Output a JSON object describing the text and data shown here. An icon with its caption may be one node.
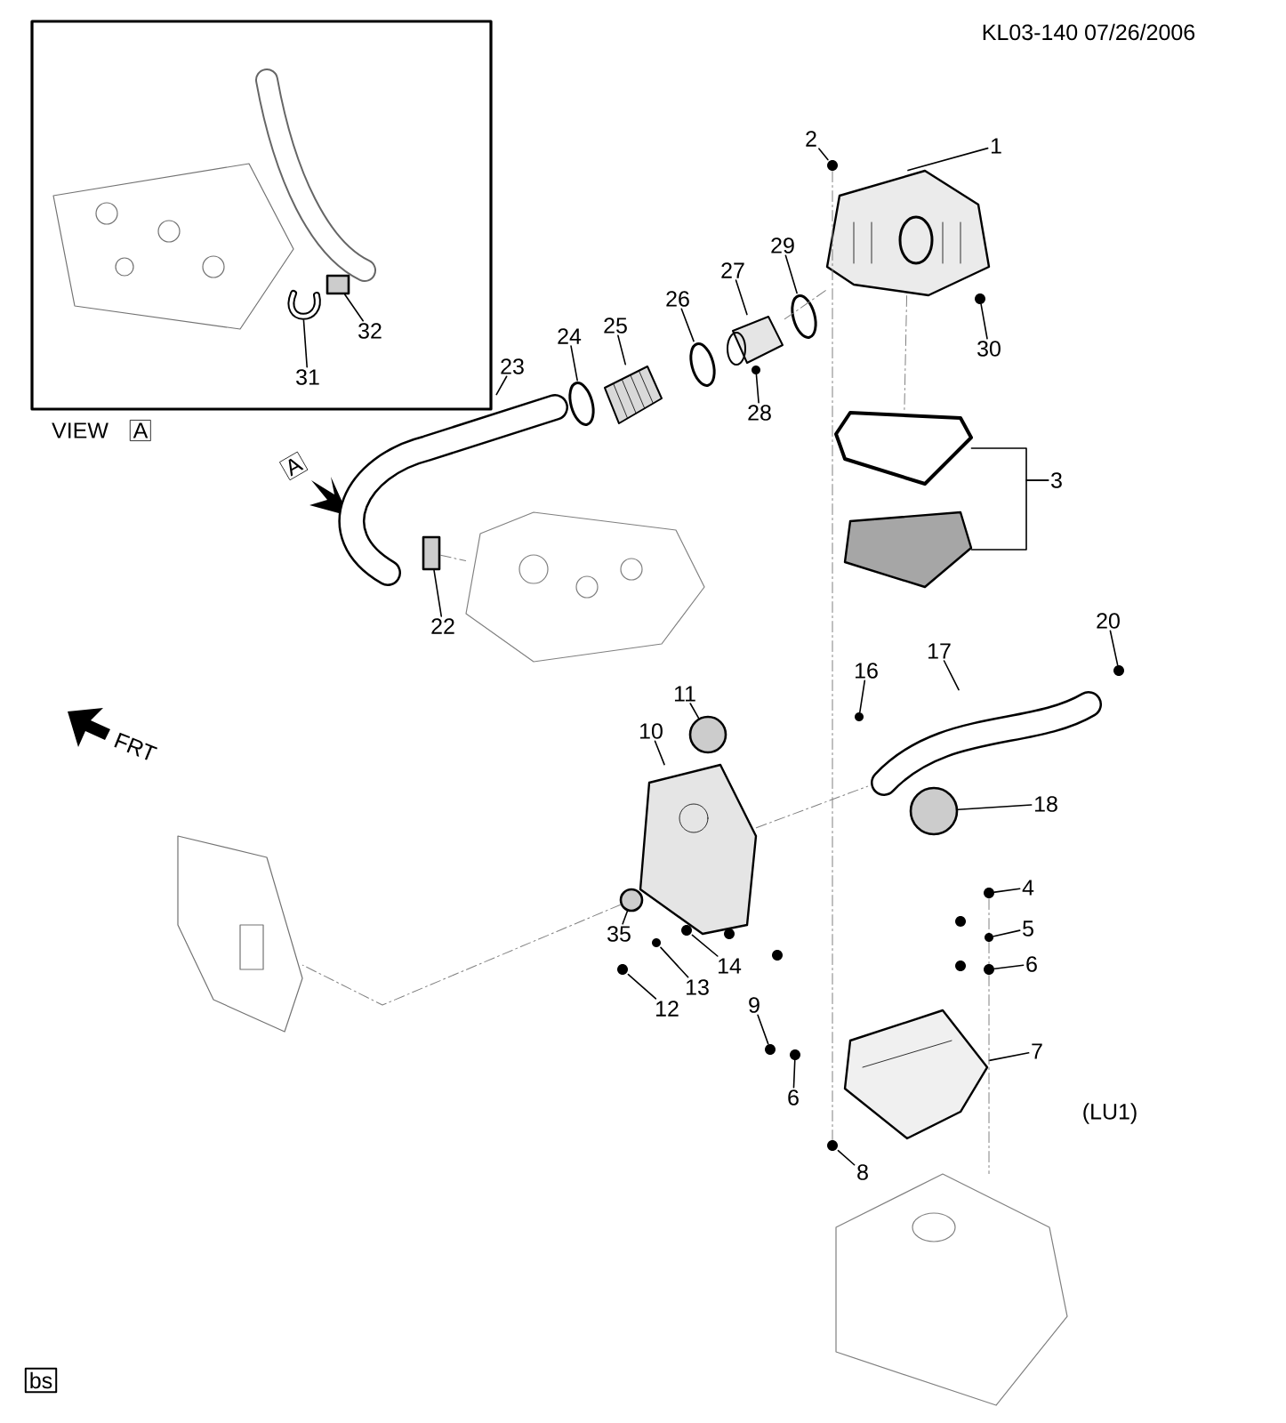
{
  "diagram": {
    "nodes": [
      {
        "text": [],
        "shape": "box"
      },
      {
        "text": [
          "32"
        ],
        "in": 0
      },
      {
        "text": [
          "31"
        ],
        "in": 0
      },
      {
        "text": [
          "2"
        ]
      },
      {
        "text": [
          "1"
        ]
      },
      {
        "text": [
          "29"
        ]
      },
      {
        "text": [
          "27"
        ]
      },
      {
        "text": [
          "26"
        ]
      },
      {
        "text": [
          "30"
        ]
      },
      {
        "text": [
          "25"
        ]
      },
      {
        "text": [
          "24"
        ]
      },
      {
        "text": [
          "23"
        ]
      },
      {
        "text": [
          "28"
        ]
      },
      {
        "text": [
          "3"
        ]
      },
      {
        "text": [
          "22"
        ]
      },
      {
        "text": [
          "20"
        ]
      },
      {
        "text": [
          "16"
        ]
      },
      {
        "text": [
          "17"
        ]
      },
      {
        "text": [
          "11"
        ]
      },
      {
        "text": [
          "10"
        ]
      },
      {
        "text": [
          "18"
        ]
      },
      {
        "text": [
          "35"
        ]
      },
      {
        "text": [
          "4"
        ]
      },
      {
        "text": [
          "14"
        ]
      },
      {
        "text": [
          "5"
        ]
      },
      {
        "text": [
          "13"
        ]
      },
      {
        "text": [
          "6"
        ]
      },
      {
        "text": [
          "12"
        ]
      },
      {
        "text": [
          "9"
        ]
      },
      {
        "text": [
          "7"
        ]
      },
      {
        "text": [
          "6"
        ]
      },
      {
        "text": [
          "8"
        ]
      },
      {
        "text": [],
        "shape": "picture",
        "in": 0
      },
      {
        "text": [],
        "shape": "picture",
        "in": 0
      },
      {
        "text": [],
        "shape": "picture",
        "in": 0
      },
      {
        "text": [],
        "shape": "box",
        "in": 0
      },
      {
        "text": [],
        "shape": "picture"
      },
      {
        "text": [],
        "shape": "picture"
      },
      {
        "text": [],
        "shape": "picture"
      },
      {
        "text": [],
        "shape": "picture"
      },
      {
        "text": [],
        "shape": "picture"
      },
      {
        "text": [],
        "shape": "picture"
      },
      {
        "text": [],
        "shape": "picture"
      },
      {
        "text": [],
        "shape": "picture"
      },
      {
        "text": [],
        "shape": "picture"
      },
      {
        "text": [],
        "shape": "picture"
      },
      {
        "text": [],
        "shape": "picture"
      },
      {
        "text": [],
        "shape": "picture"
      },
      {
        "text": [],
        "shape": "box",
        "in": 44
      },
      {
        "text": [],
        "shape": "picture"
      },
      {
        "text": [],
        "shape": "picture"
      },
      {
        "text": [],
        "shape": "picture"
      },
      {
        "text": [],
        "shape": "picture"
      },
      {
        "text": [],
        "shape": "circle"
      },
      {
        "text": [],
        "shape": "picture"
      },
      {
        "text": [],
        "shape": "circle"
      },
      {
        "text": [],
        "shape": "circle"
      },
      {
        "text": [],
        "shape": "picture"
      },
      {
        "text": [],
        "shape": "picture"
      },
      {
        "text": [],
        "shape": "picture"
      },
      {
        "text": [],
        "shape": "picture"
      },
      {
        "text": [],
        "shape": "picture"
      },
      {
        "text": [],
        "shape": "picture"
      },
      {
        "text": [],
        "shape": "picture"
      },
      {
        "text": [],
        "shape": "picture"
      },
      {
        "text": [],
        "shape": "picture"
      },
      {
        "text": [],
        "shape": "picture"
      },
      {
        "text": [],
        "shape": "picture"
      },
      {
        "text": [],
        "shape": "picture"
      }
    ],
    "edges": [
      {
        "from": 1,
        "to": 35,
        "arrow": "none"
      },
      {
        "from": 2,
        "to": 34,
        "arrow": "none"
      },
      {
        "from": 3,
        "to": 36,
        "arrow": "none"
      },
      {
        "from": 4,
        "to": 37,
        "arrow": "none"
      },
      {
        "from": 5,
        "to": 38,
        "arrow": "none"
      },
      {
        "from": 6,
        "to": 39,
        "arrow": "none"
      },
      {
        "from": 7,
        "to": 40,
        "arrow": "none"
      },
      {
        "from": 8,
        "to": 41,
        "arrow": "none"
      },
      {
        "from": 9,
        "to": 42,
        "arrow": "none"
      },
      {
        "from": 10,
        "to": 43,
        "arrow": "none"
      },
      {
        "from": 11,
        "to": 44,
        "arrow": "none"
      },
      {
        "from": 12,
        "to": 45,
        "arrow": "none"
      },
      {
        "from": 13,
        "to": 46,
        "arrow": "none"
      },
      {
        "from": 13,
        "to": 47,
        "arrow": "none"
      },
      {
        "from": 14,
        "to": 48,
        "arrow": "none"
      },
      {
        "from": 15,
        "to": 50,
        "arrow": "none"
      },
      {
        "from": 16,
        "to": 51,
        "arrow": "none"
      },
      {
        "from": 17,
        "to": 52,
        "arrow": "none"
      },
      {
        "from": 18,
        "to": 53,
        "arrow": "none"
      },
      {
        "from": 19,
        "to": 54,
        "arrow": "none"
      },
      {
        "from": 20,
        "to": 55,
        "arrow": "none"
      },
      {
        "from": 21,
        "to": 56,
        "arrow": "none"
      },
      {
        "from": 22,
        "to": 57,
        "arrow": "none"
      },
      {
        "from": 23,
        "to": 58,
        "arrow": "none"
      },
      {
        "from": 24,
        "to": 59,
        "arrow": "none"
      },
      {
        "from": 25,
        "to": 60,
        "arrow": "none"
      },
      {
        "from": 26,
        "to": 61,
        "arrow": "none"
      },
      {
        "from": 27,
        "to": 62,
        "arrow": "none"
      },
      {
        "from": 28,
        "to": 63,
        "arrow": "none"
      },
      {
        "from": 29,
        "to": 64,
        "arrow": "none"
      },
      {
        "from": 30,
        "to": 65,
        "arrow": "none"
      },
      {
        "from": 31,
        "to": 66,
        "arrow": "none"
      },
      {
        "from": 36,
        "to": 66,
        "arrow": "none",
        "style": "dashed",
        "color": "#808080"
      },
      {
        "from": 37,
        "to": 46,
        "arrow": "none",
        "style": "dashed",
        "color": "#808080"
      },
      {
        "from": 39,
        "to": 37,
        "arrow": "none",
        "style": "dashed",
        "color": "#808080"
      },
      {
        "from": 57,
        "to": 59,
        "arrow": "none",
        "style": "dashed",
        "color": "#808080"
      },
      {
        "from": 59,
        "to": 61,
        "arrow": "none",
        "style": "dashed",
        "color": "#808080"
      },
      {
        "from": 61,
        "to": 68,
        "arrow": "none",
        "style": "dashed",
        "color": "#808080"
      },
      {
        "from": 56,
        "to": 67,
        "arrow": "none",
        "style": "dashed",
        "color": "#808080"
      },
      {
        "from": 48,
        "to": 49,
        "arrow": "none",
        "style": "dashed",
        "color": "#808080"
      },
      {
        "from": 54,
        "to": 52,
        "arrow": "none",
        "style": "dashed",
        "color": "#808080"
      }
    ],
    "labels": [
      "KL03-140  07/26/2006",
      "VIEW",
      "A",
      "A",
      "FRT",
      "(LU1)",
      "bs"
    ]
  }
}
